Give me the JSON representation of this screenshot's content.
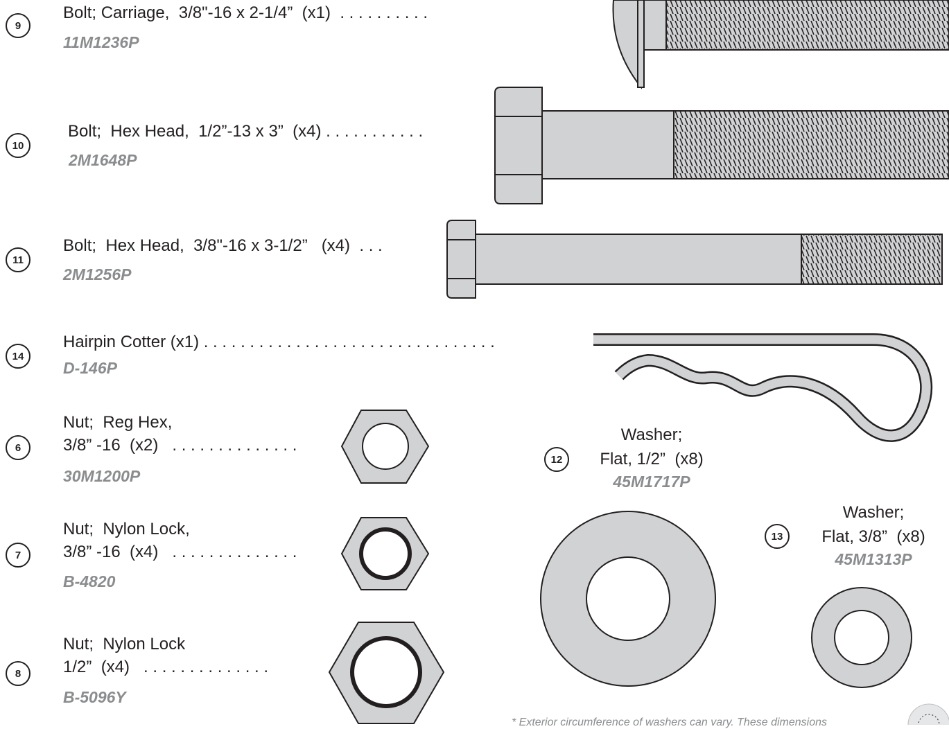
{
  "parts": [
    {
      "callout": "9",
      "lines": [
        "Bolt; Carriage,  3/8\"-16 x 2-1/4”  (x1)  . . . . . . . . . ."
      ],
      "part_number": "11M1236P",
      "icon": "carriage-bolt-icon"
    },
    {
      "callout": "10",
      "lines": [
        "Bolt;  Hex Head,  1/2”-13 x 3”  (x4) . . . . . . . . . . ."
      ],
      "part_number": "2M1648P",
      "icon": "hex-bolt-icon"
    },
    {
      "callout": "11",
      "lines": [
        "Bolt;  Hex Head,  3/8\"-16 x 3-1/2”   (x4)  . . ."
      ],
      "part_number": "2M1256P",
      "icon": "hex-bolt-icon"
    },
    {
      "callout": "14",
      "lines": [
        "Hairpin Cotter (x1) . . . . . . . . . . . . . . . . . . . . . . . . . . . . . . . ."
      ],
      "part_number": "D-146P",
      "icon": "hairpin-cotter-icon"
    },
    {
      "callout": "6",
      "lines": [
        "Nut;  Reg Hex,",
        "3/8” -16  (x2)   . . . . . . . . . . . . . ."
      ],
      "part_number": "30M1200P",
      "icon": "hex-nut-icon"
    },
    {
      "callout": "7",
      "lines": [
        "Nut;  Nylon Lock,",
        "3/8” -16  (x4)   . . . . . . . . . . . . . ."
      ],
      "part_number": "B-4820",
      "icon": "nylon-lock-nut-icon"
    },
    {
      "callout": "8",
      "lines": [
        "Nut;  Nylon Lock",
        "1/2”  (x4)   . . . . . . . . . . . . . ."
      ],
      "part_number": "B-5096Y",
      "icon": "nylon-lock-nut-icon"
    },
    {
      "callout": "12",
      "lines": [
        "Washer;",
        "Flat, 1/2”  (x8)"
      ],
      "part_number": "45M1717P",
      "icon": "flat-washer-icon"
    },
    {
      "callout": "13",
      "lines": [
        "Washer;",
        "Flat, 3/8”  (x8)"
      ],
      "part_number": "45M1313P",
      "icon": "flat-washer-icon"
    }
  ],
  "footnote": "* Exterior circumference of washers can vary. These dimensions",
  "colors": {
    "ink": "#231f20",
    "metal": "#d1d2d4",
    "part_number": "#8a8c8e"
  }
}
